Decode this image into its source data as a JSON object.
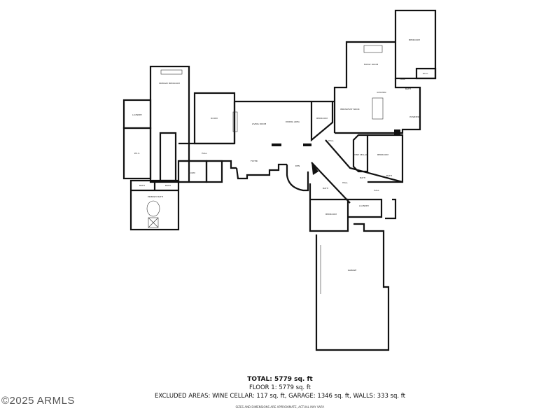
{
  "rooms": {
    "primary_bedroom": "PRIMARY BEDROOM",
    "laundry_left": "LAUNDRY",
    "wic_left": "W.I.C.",
    "primary_bath": "PRIMARY BATH",
    "bath_a": "BATH",
    "bath_b": "BATH",
    "room_a": "ROOM",
    "hall_a": "HALL",
    "room_b": "ROOM",
    "living_room": "LIVING ROOM",
    "dining_area": "DINING AREA",
    "foyer": "FOYER",
    "den": "DEN",
    "bedroom_center": "BEDROOM",
    "breakfast_nook": "BREAKFAST NOOK",
    "kitchen": "KITCHEN",
    "family_room": "FAMILY ROOM",
    "bedroom_ne": "BEDROOM",
    "wic_ne": "W.I.C.",
    "hall_ne": "HALL",
    "bath_ne": "BATH",
    "powder": "POWDER",
    "hall_center": "HALL",
    "wine_cellar": "WINE CELLAR",
    "bedroom_e": "BEDROOM",
    "bath_e": "BATH",
    "bath_c": "BATH",
    "hall_c": "HALL",
    "hall_d": "HALL",
    "bath_d": "BATH",
    "bedroom_s": "BEDROOM",
    "laundry_s": "LAUNDRY",
    "garage": "GARAGE"
  },
  "summary": {
    "total": "TOTAL: 5779 sq. ft",
    "floor1": "FLOOR 1: 5779 sq. ft",
    "excluded": "EXCLUDED AREAS: WINE CELLAR: 117 sq. ft, GARAGE: 1346 sq. ft, WALLS: 333 sq. ft",
    "disclaimer": "SIZES AND DIMENSIONS ARE APPROXIMATE, ACTUAL MAY VARY."
  },
  "watermark": "©2025 ARMLS"
}
